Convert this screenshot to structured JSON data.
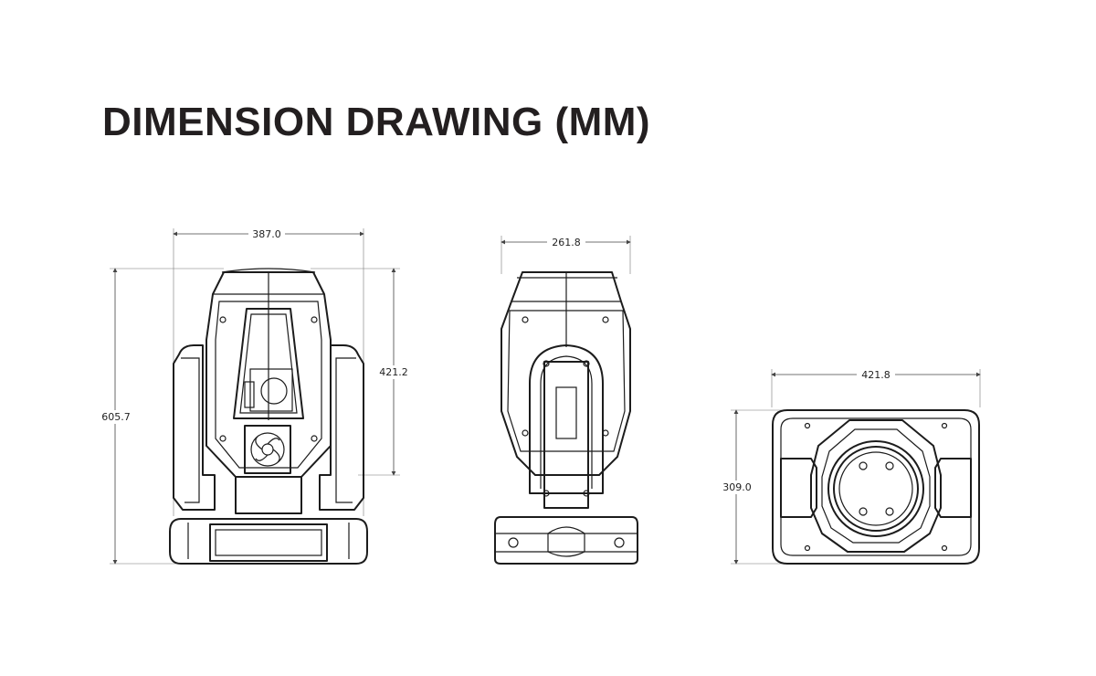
{
  "title": "DIMENSION DRAWING (MM)",
  "front_view": {
    "width_label": "387.0",
    "height_label": "605.7",
    "head_height_label": "421.2"
  },
  "side_view": {
    "width_label": "261.8"
  },
  "top_view": {
    "width_label": "421.8",
    "height_label": "309.0"
  },
  "colors": {
    "line": "#1c1c1c",
    "text": "#231f20",
    "background": "#ffffff"
  }
}
